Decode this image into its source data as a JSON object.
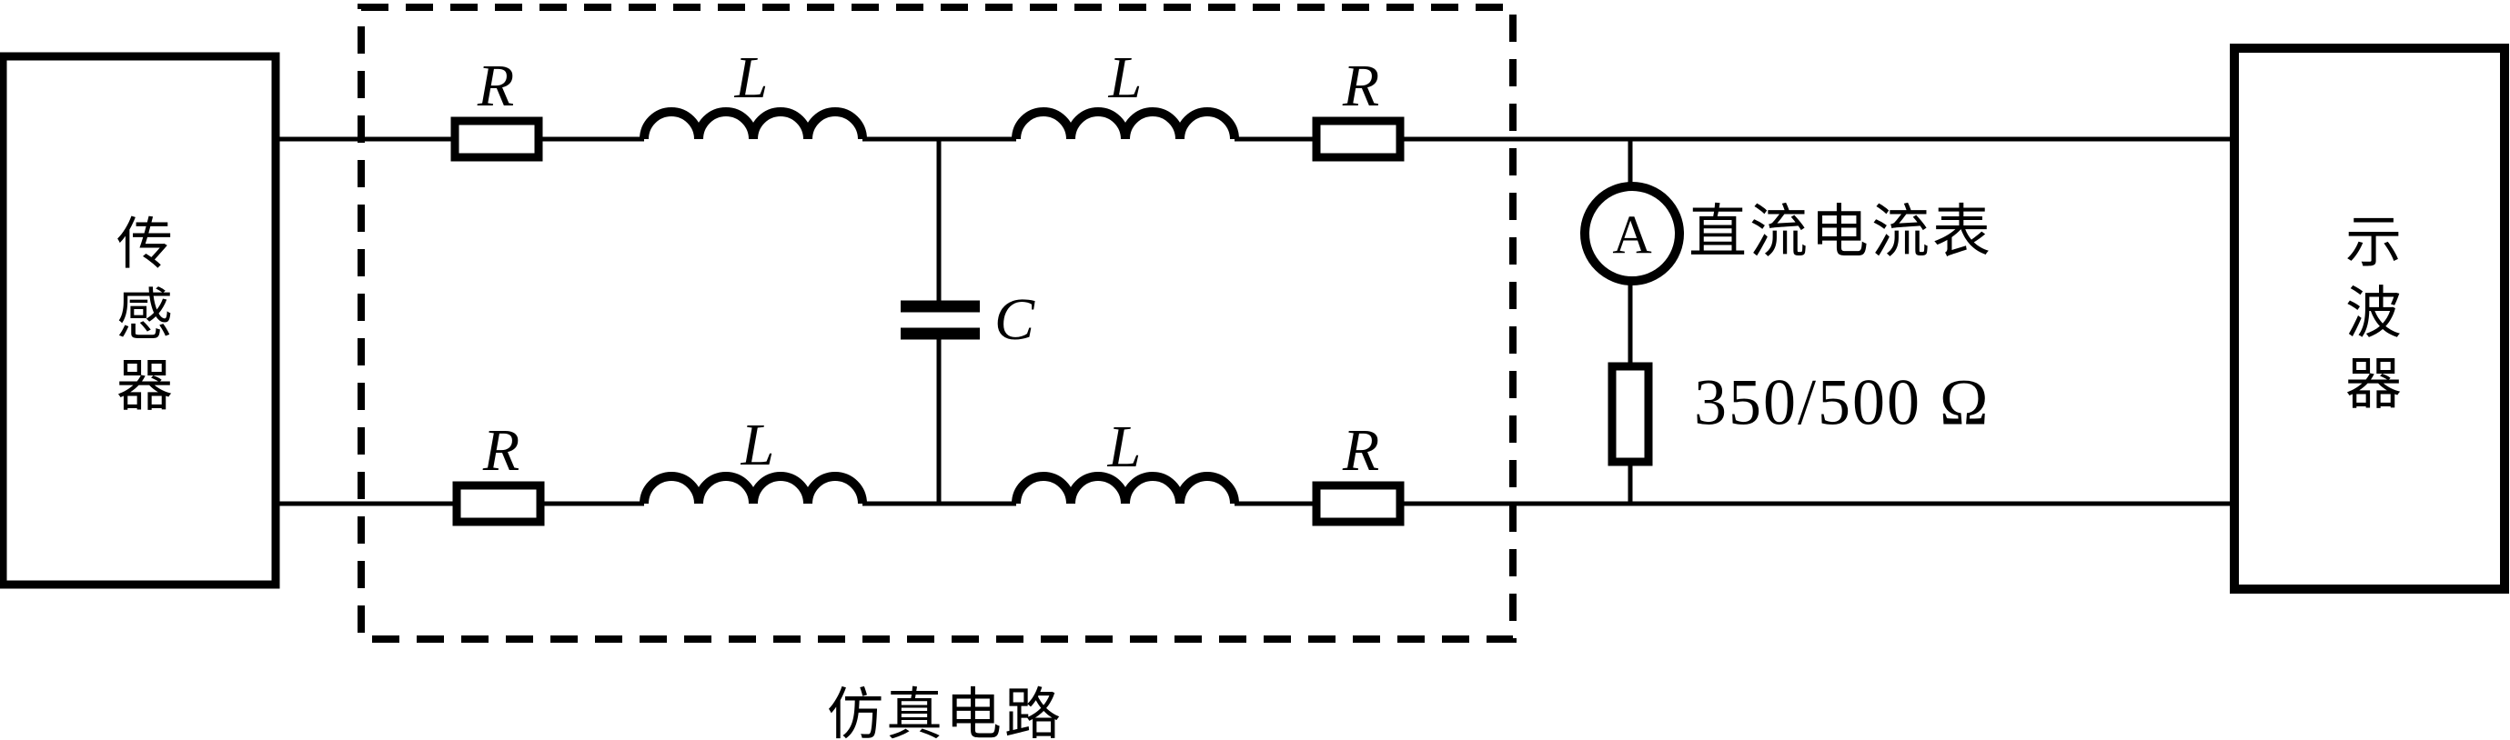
{
  "diagram": {
    "type": "circuit-schematic",
    "colors": {
      "background": "#ffffff",
      "line": "#000000"
    },
    "blocks": {
      "sensor": {
        "label": "传感器"
      },
      "oscilloscope": {
        "label": "示波器"
      },
      "simulation_circuit": {
        "label": "仿真电路"
      }
    },
    "components": {
      "resistor_top_left": {
        "label": "R"
      },
      "inductor_top_left": {
        "label": "L"
      },
      "inductor_top_right": {
        "label": "L"
      },
      "resistor_top_right": {
        "label": "R"
      },
      "resistor_bottom_left": {
        "label": "R"
      },
      "inductor_bottom_left": {
        "label": "L"
      },
      "inductor_bottom_right": {
        "label": "L"
      },
      "resistor_bottom_right": {
        "label": "R"
      },
      "capacitor": {
        "label": "C"
      },
      "ammeter": {
        "symbol": "A",
        "caption": "直流电流表"
      },
      "shunt_resistor": {
        "value": "350/500 Ω"
      }
    }
  }
}
